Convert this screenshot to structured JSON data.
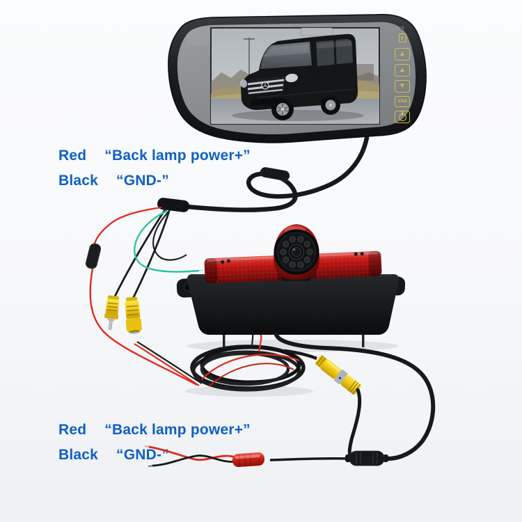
{
  "colors": {
    "background": "#f7f8fa",
    "annotation_blue": "#0f60c4",
    "button_yellow": "#cfc342",
    "rca_yellow": "#f0cd15",
    "wire_red": "#df2b20",
    "wire_green": "#2fc3a2",
    "brake_lens_red": "#c4161c"
  },
  "annotations": {
    "top": {
      "rows": [
        {
          "key": "Red",
          "value": "“Back lamp power+”"
        },
        {
          "key": "Black",
          "value": "“GND-”"
        }
      ]
    },
    "bottom": {
      "rows": [
        {
          "key": "Red",
          "value": "“Back lamp power+”"
        },
        {
          "key": "Black",
          "value": "“GND-”"
        }
      ]
    }
  },
  "monitor": {
    "buttons": {
      "up1": "▲",
      "up2": "▲",
      "down": "▼",
      "source": "V/V2"
    }
  }
}
